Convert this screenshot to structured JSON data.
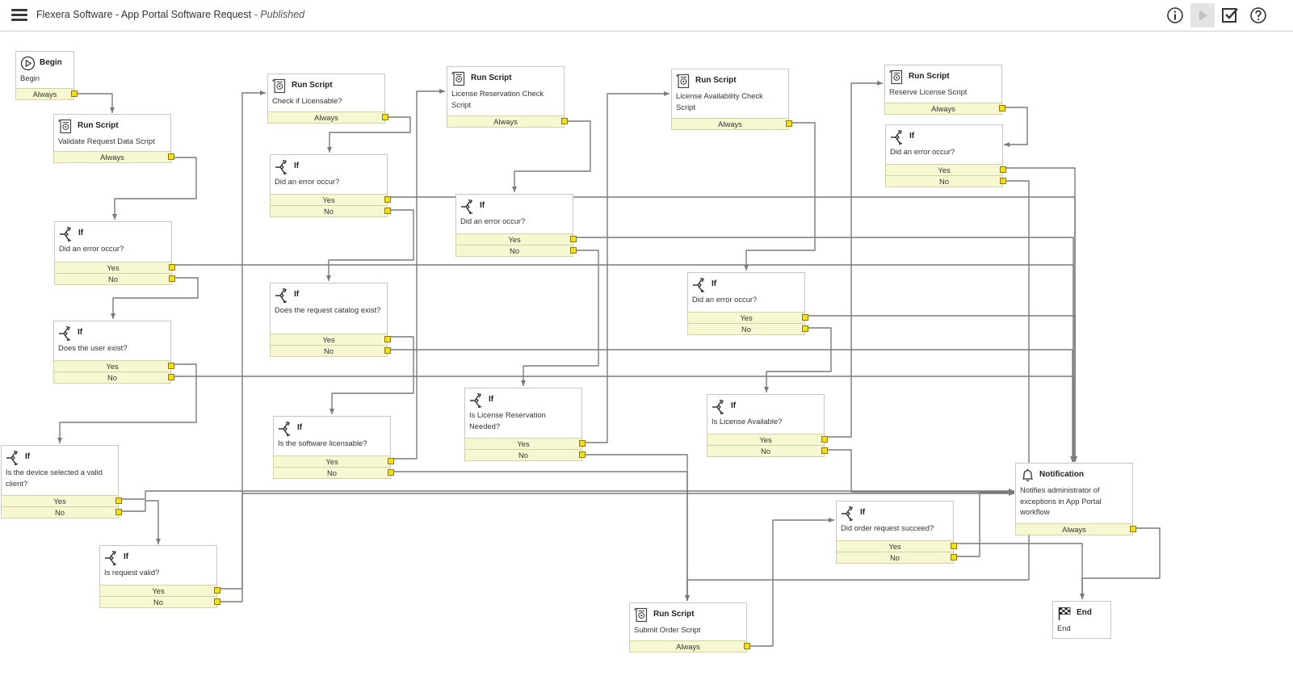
{
  "header": {
    "title": "Flexera Software - App Portal Software Request",
    "status": "- Published"
  },
  "toolbar": {
    "icons": [
      "menu-icon",
      "info-icon",
      "play-icon",
      "checklist-icon",
      "help-icon"
    ]
  },
  "colors": {
    "row_fill": "#f7f7d2",
    "port": "#f2dc2a",
    "wire": "#7a7a7a",
    "node_border": "#c6c6c6"
  },
  "nodes": [
    {
      "id": "begin",
      "type": "Begin",
      "icon": "play-circle-icon",
      "desc": "Begin",
      "outputs": [
        "Always"
      ]
    },
    {
      "id": "validate",
      "type": "Run Script",
      "icon": "script-icon",
      "desc": "Validate Request Data Script",
      "outputs": [
        "Always"
      ]
    },
    {
      "id": "if_err1",
      "type": "If",
      "icon": "branch-icon",
      "desc": "Did an error occur?",
      "outputs": [
        "Yes",
        "No"
      ]
    },
    {
      "id": "if_user",
      "type": "If",
      "icon": "branch-icon",
      "desc": "Does the user exist?",
      "outputs": [
        "Yes",
        "No"
      ]
    },
    {
      "id": "if_device",
      "type": "If",
      "icon": "branch-icon",
      "desc": "Is the device selected a valid client?",
      "outputs": [
        "Yes",
        "No"
      ]
    },
    {
      "id": "if_reqvalid",
      "type": "If",
      "icon": "branch-icon",
      "desc": "Is request valid?",
      "outputs": [
        "Yes",
        "No"
      ]
    },
    {
      "id": "check_lic",
      "type": "Run Script",
      "icon": "script-icon",
      "desc": "Check if Licensable?",
      "outputs": [
        "Always"
      ]
    },
    {
      "id": "if_err2",
      "type": "If",
      "icon": "branch-icon",
      "desc": "Did an error occur?",
      "outputs": [
        "Yes",
        "No"
      ]
    },
    {
      "id": "if_catalog",
      "type": "If",
      "icon": "branch-icon",
      "desc": "Does the request catalog exist?",
      "outputs": [
        "Yes",
        "No"
      ]
    },
    {
      "id": "if_licensable",
      "type": "If",
      "icon": "branch-icon",
      "desc": "Is the software licensable?",
      "outputs": [
        "Yes",
        "No"
      ]
    },
    {
      "id": "lic_res_check",
      "type": "Run Script",
      "icon": "script-icon",
      "desc": "License Reservation Check Script",
      "outputs": [
        "Always"
      ]
    },
    {
      "id": "if_err3",
      "type": "If",
      "icon": "branch-icon",
      "desc": "Did an error occur?",
      "outputs": [
        "Yes",
        "No"
      ]
    },
    {
      "id": "if_res_needed",
      "type": "If",
      "icon": "branch-icon",
      "desc": "Is License Reservation Needed?",
      "outputs": [
        "Yes",
        "No"
      ]
    },
    {
      "id": "lic_avail_check",
      "type": "Run Script",
      "icon": "script-icon",
      "desc": "License Availability Check Script",
      "outputs": [
        "Always"
      ]
    },
    {
      "id": "if_err4",
      "type": "If",
      "icon": "branch-icon",
      "desc": "Did an error occur?",
      "outputs": [
        "Yes",
        "No"
      ]
    },
    {
      "id": "if_lic_avail",
      "type": "If",
      "icon": "branch-icon",
      "desc": "Is License Available?",
      "outputs": [
        "Yes",
        "No"
      ]
    },
    {
      "id": "reserve",
      "type": "Run Script",
      "icon": "script-icon",
      "desc": "Reserve License Script",
      "outputs": [
        "Always"
      ]
    },
    {
      "id": "if_err5",
      "type": "If",
      "icon": "branch-icon",
      "desc": "Did an error occur?",
      "outputs": [
        "Yes",
        "No"
      ]
    },
    {
      "id": "notify",
      "type": "Notification",
      "icon": "bell-icon",
      "desc": "Notifies administrator of exceptions in App Portal workflow",
      "outputs": [
        "Always"
      ]
    },
    {
      "id": "if_order",
      "type": "If",
      "icon": "branch-icon",
      "desc": "Did order request succeed?",
      "outputs": [
        "Yes",
        "No"
      ]
    },
    {
      "id": "submit",
      "type": "Run Script",
      "icon": "script-icon",
      "desc": "Submit Order Script",
      "outputs": [
        "Always"
      ]
    },
    {
      "id": "end",
      "type": "End",
      "icon": "checkered-flag-icon",
      "desc": "End",
      "outputs": []
    }
  ],
  "connections": [
    {
      "from": "begin",
      "port": 0,
      "to": "validate"
    },
    {
      "from": "validate",
      "port": 0,
      "to": "if_err1"
    },
    {
      "from": "if_err1",
      "port": 0,
      "to": "notify"
    },
    {
      "from": "if_err1",
      "port": 1,
      "to": "if_user"
    },
    {
      "from": "if_user",
      "port": 0,
      "to": "if_device"
    },
    {
      "from": "if_user",
      "port": 1,
      "to": "notify"
    },
    {
      "from": "if_device",
      "port": 0,
      "to": "if_reqvalid"
    },
    {
      "from": "if_device",
      "port": 1,
      "to": "notify"
    },
    {
      "from": "if_reqvalid",
      "port": 0,
      "to": "check_lic"
    },
    {
      "from": "if_reqvalid",
      "port": 1,
      "to": "notify"
    },
    {
      "from": "check_lic",
      "port": 0,
      "to": "if_err2"
    },
    {
      "from": "if_err2",
      "port": 0,
      "to": "notify"
    },
    {
      "from": "if_err2",
      "port": 1,
      "to": "if_catalog"
    },
    {
      "from": "if_catalog",
      "port": 0,
      "to": "if_licensable"
    },
    {
      "from": "if_catalog",
      "port": 1,
      "to": "notify"
    },
    {
      "from": "if_licensable",
      "port": 0,
      "to": "lic_res_check"
    },
    {
      "from": "if_licensable",
      "port": 1,
      "to": "submit"
    },
    {
      "from": "lic_res_check",
      "port": 0,
      "to": "if_err3"
    },
    {
      "from": "if_err3",
      "port": 0,
      "to": "notify"
    },
    {
      "from": "if_err3",
      "port": 1,
      "to": "if_res_needed"
    },
    {
      "from": "if_res_needed",
      "port": 0,
      "to": "lic_avail_check"
    },
    {
      "from": "if_res_needed",
      "port": 1,
      "to": "submit"
    },
    {
      "from": "lic_avail_check",
      "port": 0,
      "to": "if_err4"
    },
    {
      "from": "if_err4",
      "port": 0,
      "to": "notify"
    },
    {
      "from": "if_err4",
      "port": 1,
      "to": "if_lic_avail"
    },
    {
      "from": "if_lic_avail",
      "port": 0,
      "to": "reserve"
    },
    {
      "from": "if_lic_avail",
      "port": 1,
      "to": "notify"
    },
    {
      "from": "reserve",
      "port": 0,
      "to": "if_err5"
    },
    {
      "from": "if_err5",
      "port": 0,
      "to": "notify"
    },
    {
      "from": "if_err5",
      "port": 1,
      "to": "submit"
    },
    {
      "from": "submit",
      "port": 0,
      "to": "if_order"
    },
    {
      "from": "if_order",
      "port": 0,
      "to": "end"
    },
    {
      "from": "if_order",
      "port": 1,
      "to": "notify"
    },
    {
      "from": "notify",
      "port": 0,
      "to": "end"
    }
  ]
}
